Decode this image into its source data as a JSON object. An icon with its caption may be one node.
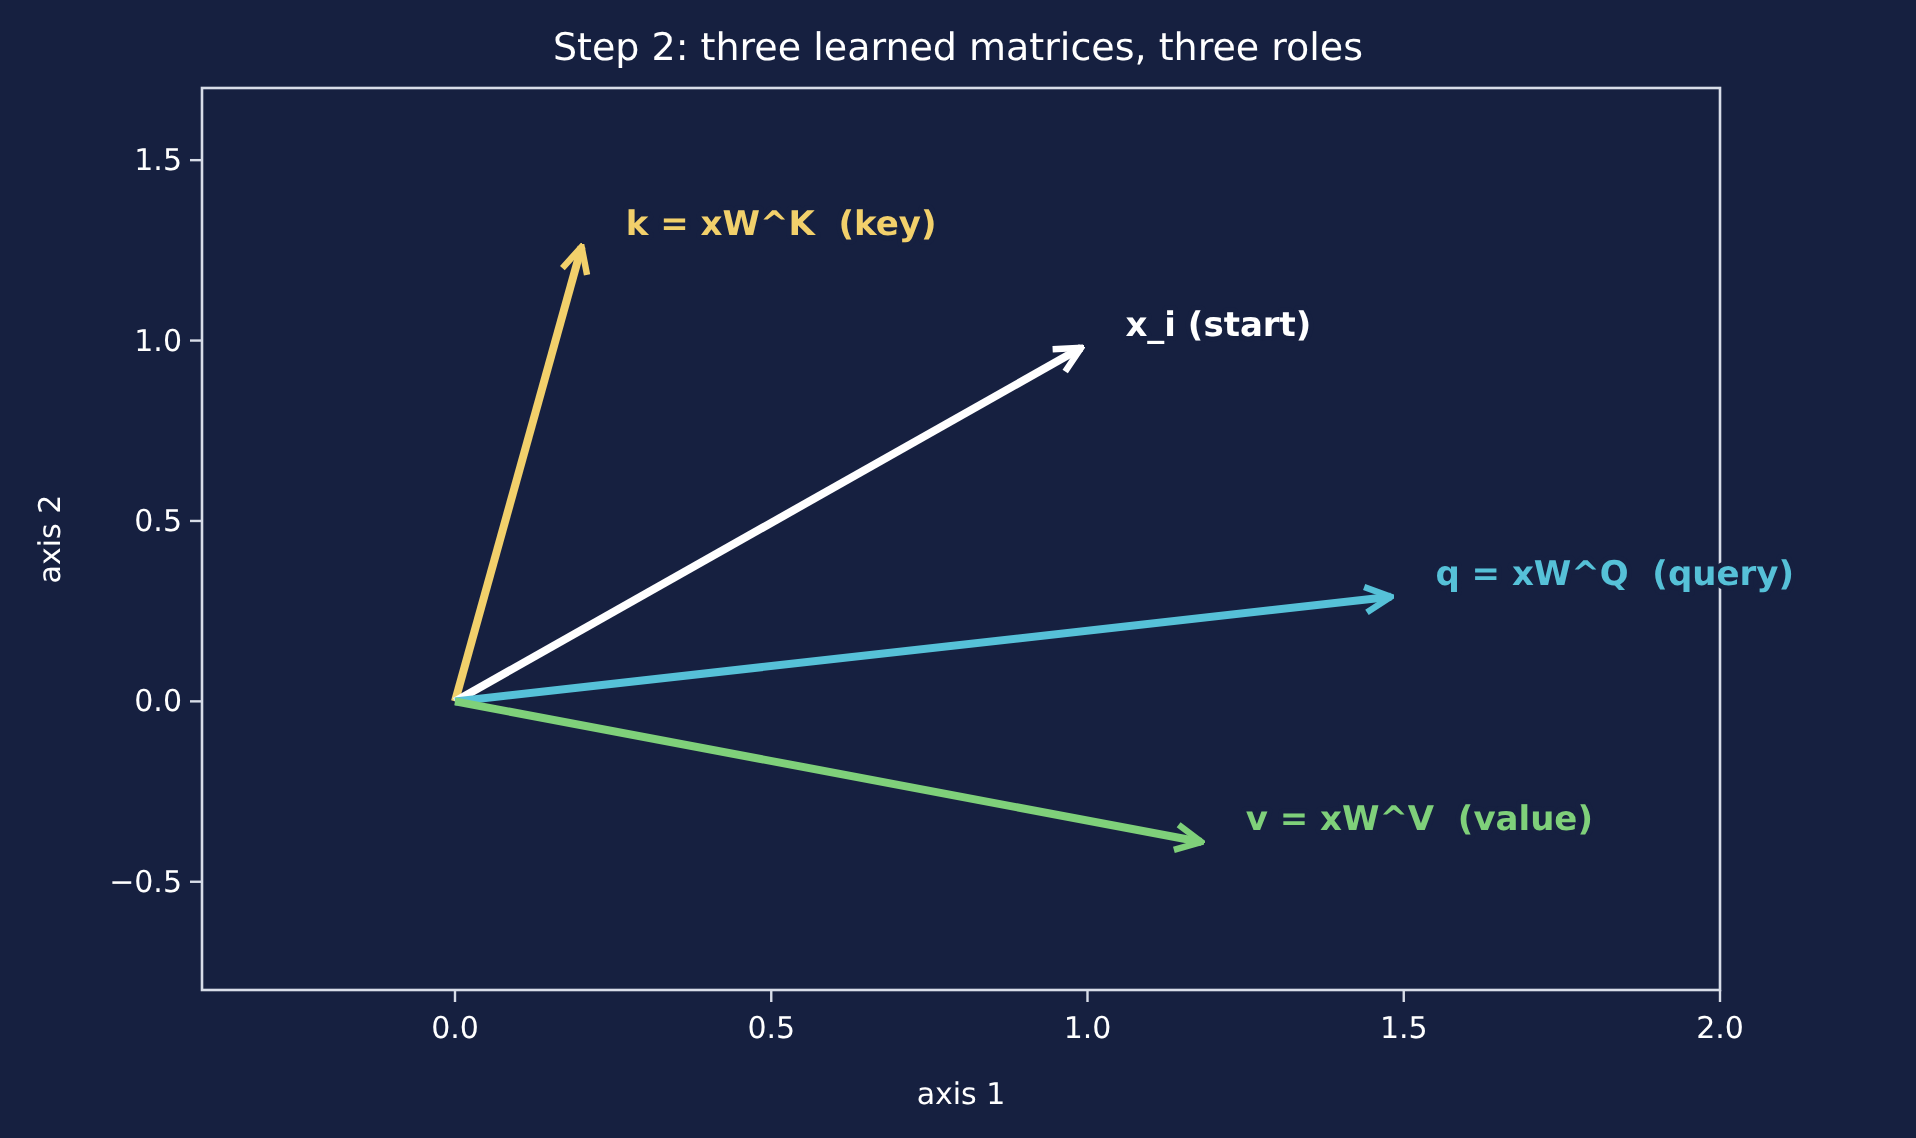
{
  "diagram": {
    "title": "Step 2: three learned matrices, three roles",
    "chart_data": {
      "type": "line",
      "xlabel": "axis 1",
      "ylabel": "axis 2",
      "xlim": [
        -0.4,
        2.0
      ],
      "ylim": [
        -0.8,
        1.7
      ],
      "xticks": [
        {
          "value": 0,
          "label": "0.0"
        },
        {
          "value": 0.5,
          "label": "0.5"
        },
        {
          "value": 1,
          "label": "1.0"
        },
        {
          "value": 1.5,
          "label": "1.5"
        },
        {
          "value": 2,
          "label": "2.0"
        }
      ],
      "yticks": [
        {
          "value": -0.5,
          "label": "−0.5"
        },
        {
          "value": 0,
          "label": "0.0"
        },
        {
          "value": 0.5,
          "label": "0.5"
        },
        {
          "value": 1,
          "label": "1.0"
        },
        {
          "value": 1.5,
          "label": "1.5"
        }
      ],
      "series": [
        {
          "name": "k = xW^K  (key)",
          "color": "#f2d06b",
          "x": [
            0,
            0.2
          ],
          "values": [
            0,
            1.26
          ]
        },
        {
          "name": "x_i (start)",
          "color": "#ffffff",
          "x": [
            0,
            0.99
          ],
          "values": [
            0,
            0.98
          ]
        },
        {
          "name": "q = xW^Q  (query)",
          "color": "#56c1d8",
          "x": [
            0,
            1.48
          ],
          "values": [
            0,
            0.29
          ]
        },
        {
          "name": "v = xW^V  (value)",
          "color": "#7fd07a",
          "x": [
            0,
            1.18
          ],
          "values": [
            0,
            -0.39
          ]
        }
      ]
    }
  }
}
